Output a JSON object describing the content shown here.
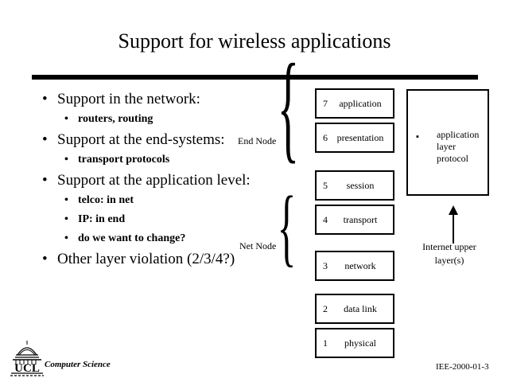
{
  "slide": {
    "title": "Support for wireless applications",
    "footer_code": "IEE-2000-01-3",
    "dept_name": "Computer Science",
    "logo_text": "UCL"
  },
  "bullets": [
    {
      "level": 1,
      "text": "Support in the network:"
    },
    {
      "level": 2,
      "text": "routers, routing"
    },
    {
      "level": 1,
      "text": "Support at the end-systems:"
    },
    {
      "level": 2,
      "text": "transport protocols"
    },
    {
      "level": 1,
      "text": "Support at the application level:"
    },
    {
      "level": 2,
      "text": "telco: in net"
    },
    {
      "level": 2,
      "text": "IP: in end"
    },
    {
      "level": 2,
      "text": "do we want to change?"
    },
    {
      "level": 1,
      "text": "Other layer violation (2/3/4?)"
    }
  ],
  "bullet_marker": "•",
  "braces": {
    "glyph": "{",
    "end_node_label": "End Node",
    "net_node_label": "Net Node"
  },
  "layers": [
    {
      "number": "7",
      "name": "application"
    },
    {
      "number": "6",
      "name": "presentation"
    },
    {
      "number": "5",
      "name": "session"
    },
    {
      "number": "4",
      "name": "transport"
    },
    {
      "number": "3",
      "name": "network"
    },
    {
      "number": "2",
      "name": "data link"
    },
    {
      "number": "1",
      "name": "physical"
    }
  ],
  "protocol_box": {
    "marker": "▪",
    "text": "application layer protocol"
  },
  "arrow_caption": "Internet upper layer(s)",
  "colors": {
    "ink": "#000000",
    "paper": "#ffffff"
  }
}
